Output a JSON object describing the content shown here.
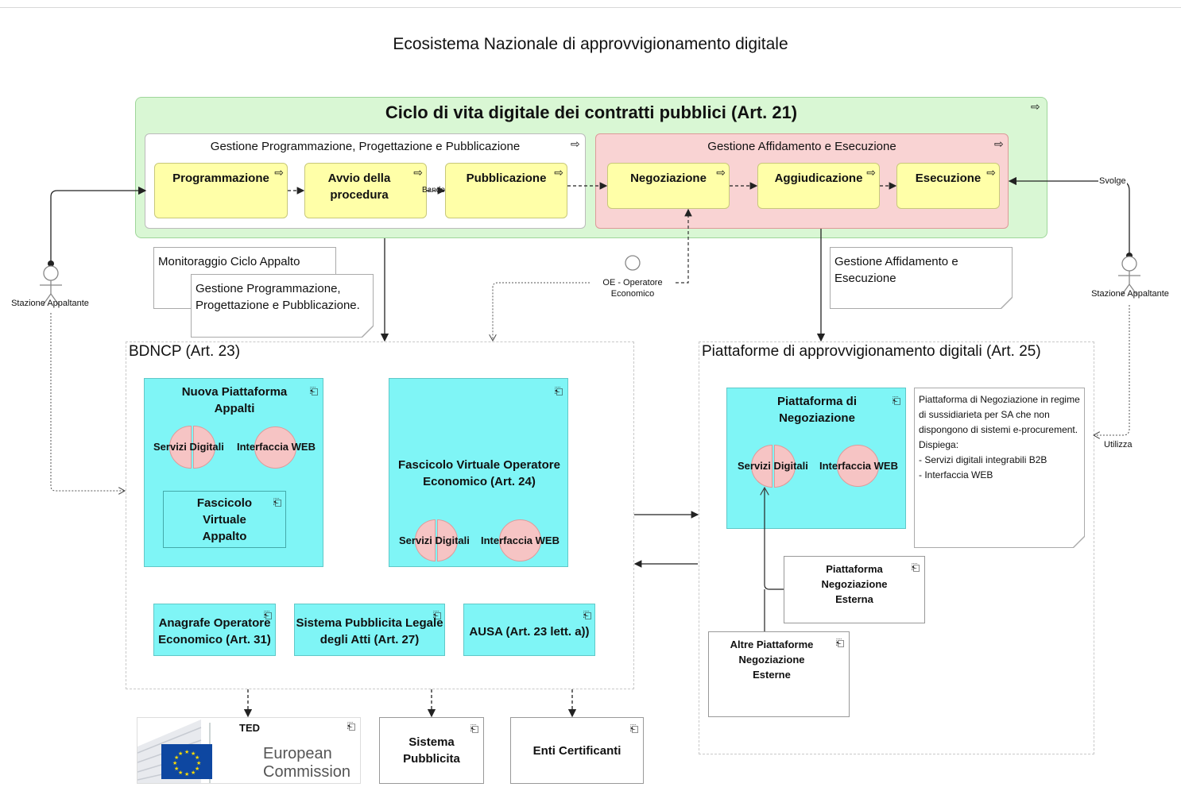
{
  "title": "Ecosistema Nazionale di approvvigionamento digitale",
  "lifecycle": {
    "title": "Ciclo di vita digitale dei contratti pubblici (Art. 21)",
    "left_group": "Gestione Programmazione, Progettazione e Pubblicazione",
    "right_group": "Gestione Affidamento e Esecuzione",
    "steps": [
      "Programmazione",
      "Avvio della procedura",
      "Pubblicazione",
      "Negoziazione",
      "Aggiudicazione",
      "Esecuzione"
    ],
    "bando_label": "Bando",
    "svolge_label": "Svolge"
  },
  "actors": {
    "left": "Stazione Appaltante",
    "right": "Stazione Appaltante",
    "oe": "OE - Operatore Economico",
    "utilizza": "Utilizza"
  },
  "notes": {
    "monitoraggio": "Monitoraggio Ciclo Appalto",
    "gestione_prog": "Gestione Programmazione, Progettazione e Pubblicazione.",
    "gestione_aff": "Gestione Affidamento e Esecuzione",
    "piattaforma_desc_lines": [
      "Piattaforma di Negoziazione in regime di sussidiarieta per SA che non dispongono di sistemi e-procurement.",
      "Dispiega:",
      "- Servizi digitali integrabili B2B",
      "- Interfaccia WEB"
    ]
  },
  "bdncp": {
    "title": "BDNCP (Art. 23)",
    "npa": "Nuova Piattaforma Appalti",
    "fva": "Fascicolo Virtuale Appalto",
    "fvoe": "Fascicolo Virtuale Operatore Economico (Art. 24)",
    "servizi": "Servizi Digitali",
    "interfaccia": "Interfaccia WEB",
    "anagrafe": "Anagrafe Operatore Economico (Art. 31)",
    "pubblicita_legale": "Sistema Pubblicita Legale degli Atti (Art. 27)",
    "ausa": "AUSA (Art. 23 lett. a))"
  },
  "piattaforme": {
    "title": "Piattaforme di approvvigionamento digitali (Art. 25)",
    "negoziazione": "Piattaforma di Negoziazione",
    "esterna": "Piattaforma Negoziazione Esterna",
    "altre": "Altre Piattaforme Negoziazione Esterne"
  },
  "outputs": {
    "ted": "TED",
    "ec_line1": "European",
    "ec_line2": "Commission",
    "sistema_pubblicita": "Sistema Pubblicita",
    "enti": "Enti Certificanti"
  },
  "colors": {
    "green": "#d9f7d4",
    "red": "#f9d3d3",
    "yellow": "#ffffa8",
    "cyan": "#7ff5f6",
    "pink": "#f6c4c4",
    "eu_blue": "#0e47a1",
    "eu_star": "#ffdd00"
  },
  "icons": [
    "process-arrow-icon",
    "component-icon",
    "actor-icon",
    "eu-flag-icon"
  ]
}
